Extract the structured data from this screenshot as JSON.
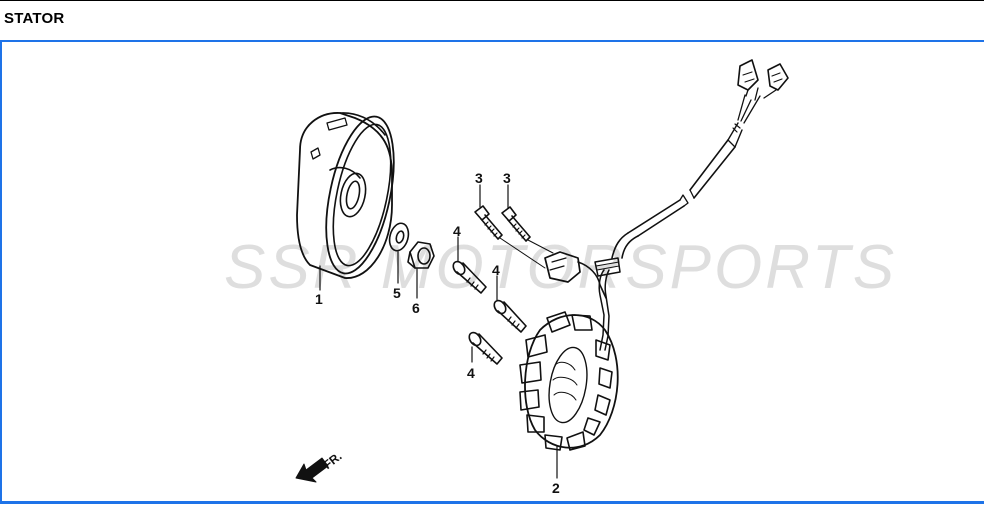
{
  "header": {
    "title": "STATOR"
  },
  "diagram": {
    "watermark": "SSR MOTORSPORTS",
    "direction_label": "FR.",
    "callouts": [
      {
        "id": "1",
        "label": "1",
        "part": "flywheel"
      },
      {
        "id": "2",
        "label": "2",
        "part": "stator"
      },
      {
        "id": "3a",
        "label": "3",
        "part": "bolt"
      },
      {
        "id": "3b",
        "label": "3",
        "part": "bolt"
      },
      {
        "id": "4a",
        "label": "4",
        "part": "bolt"
      },
      {
        "id": "4b",
        "label": "4",
        "part": "bolt"
      },
      {
        "id": "4c",
        "label": "4",
        "part": "bolt"
      },
      {
        "id": "5",
        "label": "5",
        "part": "washer"
      },
      {
        "id": "6",
        "label": "6",
        "part": "nut"
      }
    ]
  },
  "colors": {
    "frame_border": "#1e73e8",
    "ink": "#111111",
    "watermark": "#a0a0a0"
  }
}
